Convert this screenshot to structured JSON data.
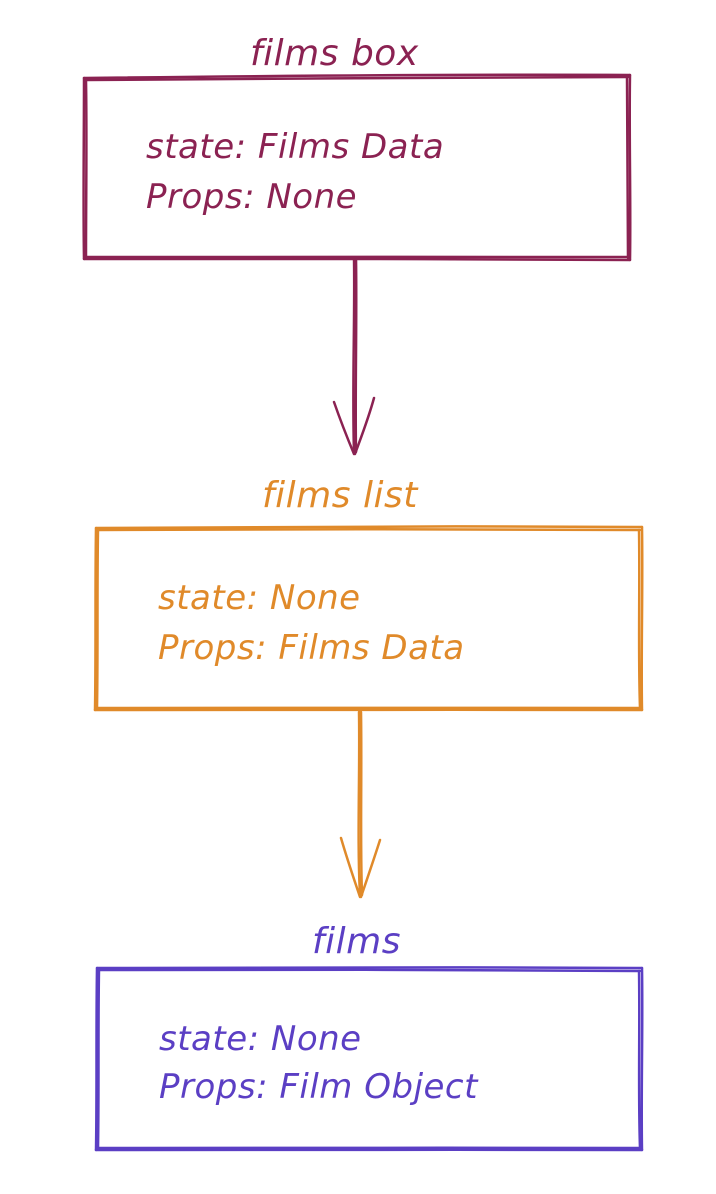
{
  "colors": {
    "films_box": "#8b2252",
    "films_list": "#e08a2a",
    "films": "#5b3fc4"
  },
  "nodes": {
    "films_box": {
      "title": "films box",
      "state_line": "state: Films Data",
      "props_line": "Props: None"
    },
    "films_list": {
      "title": "films list",
      "state_line": "state: None",
      "props_line": "Props: Films Data"
    },
    "films": {
      "title": "films",
      "state_line": "state: None",
      "props_line": "Props: Film Object"
    }
  }
}
